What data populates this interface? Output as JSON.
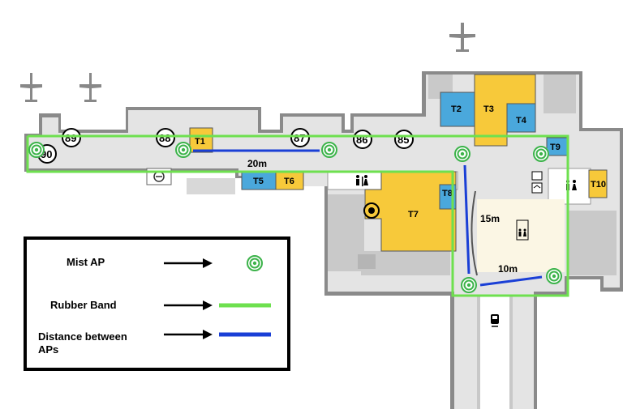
{
  "gates": [
    "90",
    "89",
    "88",
    "87",
    "86",
    "85"
  ],
  "terminals": [
    "T1",
    "T2",
    "T3",
    "T4",
    "T5",
    "T6",
    "T7",
    "T8",
    "T9",
    "T10"
  ],
  "distances": [
    "20m",
    "15m",
    "10m"
  ],
  "legend": {
    "items": [
      {
        "label": "Mist AP",
        "symbol": "ap-icon"
      },
      {
        "label": "Rubber Band",
        "symbol": "green-line"
      },
      {
        "label": "Distance between APs",
        "symbol": "blue-line"
      }
    ]
  },
  "colors": {
    "rubber_band": "#6ee04f",
    "distance": "#1a3fd6",
    "ap": "#3cb34a",
    "yellow_room": "#f7c93a",
    "blue_room": "#4aa8dc",
    "floor": "#e4e4e4",
    "wall": "#8a8a8a",
    "restroom_area": "#fbf6e4"
  },
  "icons": [
    "airplane-icon",
    "restroom-icon",
    "elevator-icon",
    "train-icon",
    "info-icon"
  ]
}
